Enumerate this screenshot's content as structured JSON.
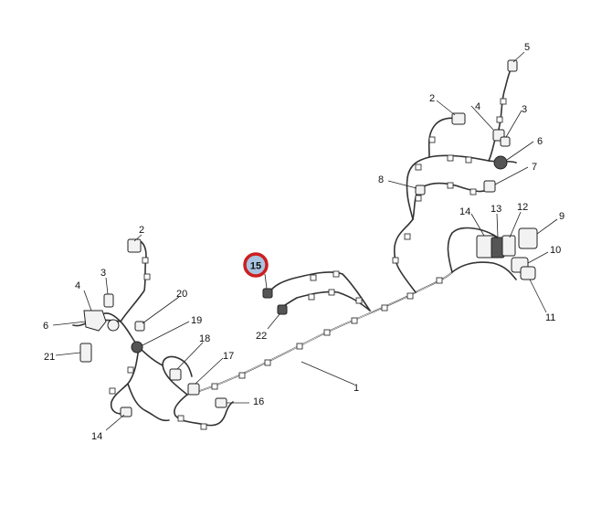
{
  "callouts": {
    "c1": "1",
    "c2a": "2",
    "c2b": "2",
    "c3a": "3",
    "c3b": "3",
    "c4a": "4",
    "c4b": "4",
    "c5": "5",
    "c6a": "6",
    "c6b": "6",
    "c7": "7",
    "c8": "8",
    "c9": "9",
    "c10": "10",
    "c11": "11",
    "c12": "12",
    "c13": "13",
    "c14a": "14",
    "c14b": "14",
    "c15": "15",
    "c16": "16",
    "c17": "17",
    "c18": "18",
    "c19": "19",
    "c20": "20",
    "c21": "21",
    "c22": "22"
  },
  "highlight": {
    "ring_color": "#cc1f1f",
    "fill_color": "#a9c4e0",
    "text_color": "#ffffff"
  }
}
